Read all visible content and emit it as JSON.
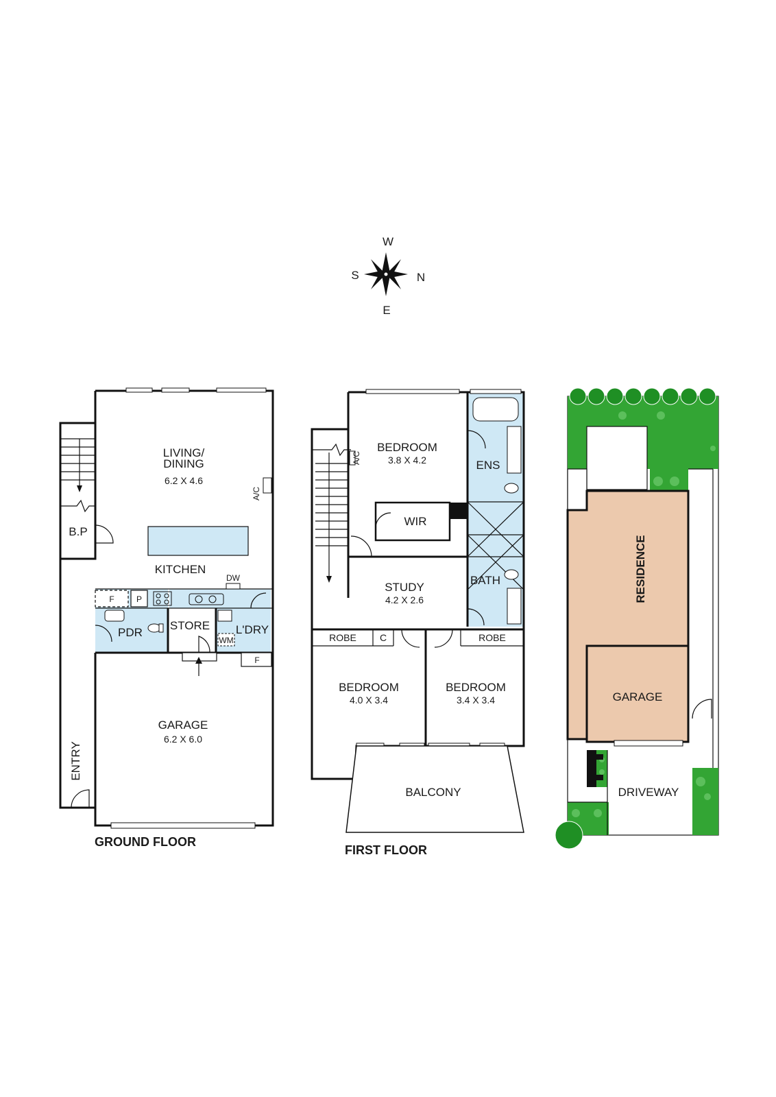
{
  "compass": {
    "north": "N",
    "south": "S",
    "east": "E",
    "west": "W"
  },
  "ground_floor": {
    "title": "GROUND FLOOR",
    "living_dining": {
      "name_line1": "LIVING/",
      "name_line2": "DINING",
      "size": "6.2 X 4.6"
    },
    "ac": "A/C",
    "bp": "B.P",
    "kitchen": "KITCHEN",
    "dw": "DW",
    "fridge": "F",
    "pantry": "P",
    "pdr": "PDR",
    "store": "STORE",
    "laundry": "L'DRY",
    "wm": "WM",
    "laundry_fridge": "F",
    "entry": "ENTRY",
    "garage": {
      "name": "GARAGE",
      "size": "6.2 X 6.0"
    }
  },
  "first_floor": {
    "title": "FIRST FLOOR",
    "ac": "A/C",
    "bedroom_main": {
      "name": "BEDROOM",
      "size": "3.8 X 4.2"
    },
    "ens": "ENS",
    "wir": "WIR",
    "bath": "BATH",
    "study": {
      "name": "STUDY",
      "size": "4.2 X 2.6"
    },
    "robe_left": "ROBE",
    "cupboard": "C",
    "robe_right": "ROBE",
    "bedroom_2": {
      "name": "BEDROOM",
      "size": "4.0 X 3.4"
    },
    "bedroom_3": {
      "name": "BEDROOM",
      "size": "3.4 X 3.4"
    },
    "balcony": "BALCONY"
  },
  "site_plan": {
    "residence": "RESIDENCE",
    "garage": "GARAGE",
    "driveway": "DRIVEWAY"
  },
  "colors": {
    "wet_area": "#cfe8f5",
    "residence": "#ecc9ad",
    "grass": "#33a534",
    "tree": "#1f8f24"
  }
}
